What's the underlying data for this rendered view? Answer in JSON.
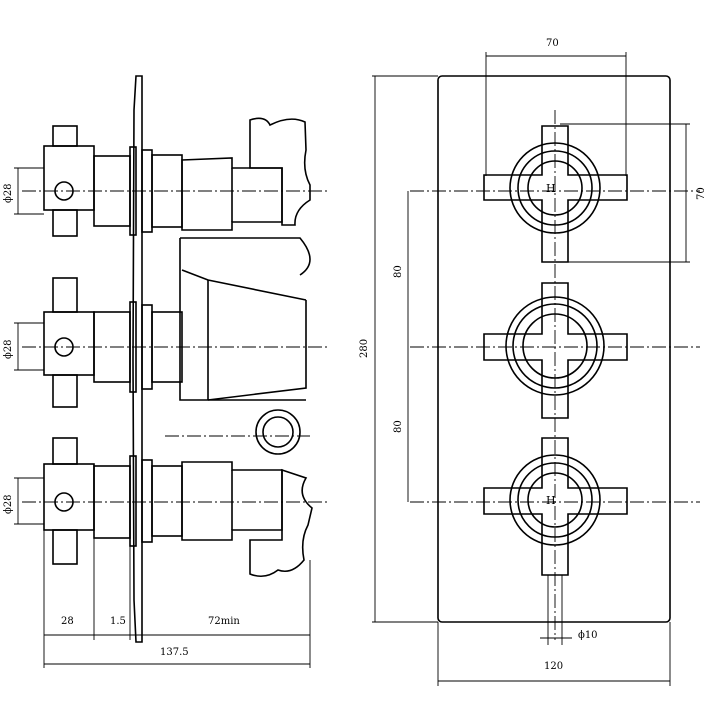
{
  "side_view": {
    "handle_dia_labels": [
      "ϕ28",
      "ϕ28",
      "ϕ28"
    ],
    "dim_handle_depth": "28",
    "dim_plate_thickness": "1.5",
    "dim_body_depth": "72min",
    "dim_total_depth": "137.5"
  },
  "front_view": {
    "dim_handle_width": "70",
    "dim_handle_height": "70",
    "dim_spacing_upper": "80",
    "dim_spacing_lower": "80",
    "dim_plate_height": "280",
    "dim_plate_width": "120",
    "dim_spindle_dia": "ϕ10",
    "top_handle_mark": "H",
    "bottom_handle_mark": "H"
  }
}
